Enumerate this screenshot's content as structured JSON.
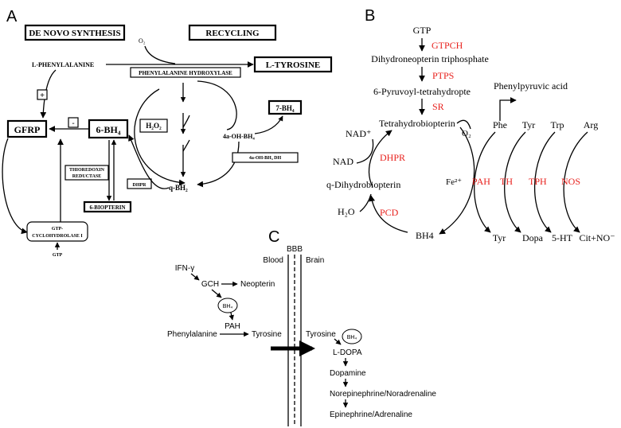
{
  "panel_a": {
    "label": "A",
    "de_novo_header": "DE NOVO SYNTHESIS",
    "recycling_header": "RECYCLING",
    "o2": "O₂",
    "l_phenylalanine": "L-PHENYLALANINE",
    "l_tyrosine": "L-TYROSINE",
    "phenylalanine_hydroxylase": "PHENYLALANINE HYDROXYLASE",
    "plus": "+",
    "minus": "-",
    "gfrp": "GFRP",
    "six_bh4": "6-BH₄",
    "h2o2": "H₂O₂",
    "four_a_oh_bh4": "4a-OH-BH₄",
    "seven_bh4": "7-BH₄",
    "four_a_dh": "4a-OH-BH₄ DH",
    "thioredoxin_reductase": [
      "THIOREDOXIN",
      "REDUCTASE"
    ],
    "dhpr": "DHPR",
    "q_bh2": "q-BH₂",
    "six_biopterin": "6-BIOPTERIN",
    "gtp_cyclohydrolase": [
      "GTP-",
      "CYCLOHYDROLASE I"
    ],
    "gtp": "GTP"
  },
  "panel_b": {
    "label": "B",
    "gtp": "GTP",
    "gtpch": "GTPCH",
    "dihydroneopterin": "Dihydroneopterin triphosphate",
    "ptps": "PTPS",
    "pyruvoyl": "6-Pyruvoyl-tetrahydropte",
    "sr": "SR",
    "phenylpyruvic": "Phenylpyruvic acid",
    "tetrahydrobiopterin": "Tetrahydrobiopterin",
    "o2": "O₂",
    "nad_plus": "NAD⁺",
    "nad": "NAD",
    "dhpr": "DHPR",
    "q_dihydrobiopterin": "q-Dihydrobiopterin",
    "fe2": "Fe²⁺",
    "h2o": "H₂O",
    "pcd": "PCD",
    "bh4": "BH4",
    "substrates": [
      "Phe",
      "Tyr",
      "Trp",
      "Arg"
    ],
    "enzymes": [
      "PAH",
      "TH",
      "TPH",
      "NOS"
    ],
    "products": [
      "Tyr",
      "Dopa",
      "5-HT",
      "Cit+NO⁻"
    ],
    "enzyme_color": "#e8211d"
  },
  "panel_c": {
    "label": "C",
    "bbb": "BBB",
    "blood": "Blood",
    "brain": "Brain",
    "ifn": "IFN-γ",
    "gch": "GCH",
    "neopterin": "Neopterin",
    "bh4": "BH₄",
    "pah": "PAH",
    "phenylalanine": "Phenylalanine",
    "tyrosine_left": "Tyrosine",
    "tyrosine_right": "Tyrosine",
    "l_dopa": "L-DOPA",
    "dopamine": "Dopamine",
    "norepinephrine": "Norepinephrine/Noradrenaline",
    "epinephrine": "Epinephrine/Adrenaline"
  }
}
